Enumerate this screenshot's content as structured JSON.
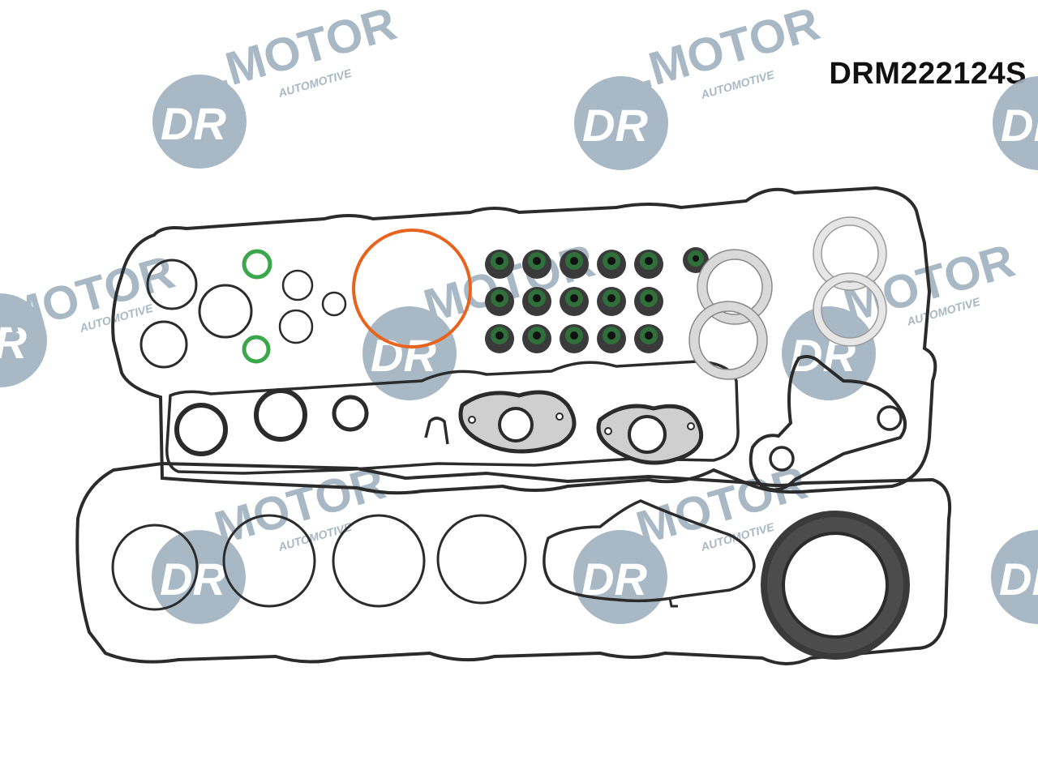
{
  "product": {
    "code": "DRM222124S"
  },
  "watermark": {
    "brand": "DR.MOTOR",
    "tagline": "AUTOMOTIVE",
    "circle_color": "#9fb2bf",
    "text_color": "#9fb2bf"
  },
  "colors": {
    "background": "#ffffff",
    "gasket_black": "#2b2b2b",
    "orange_ring": "#e8641e",
    "green_ring": "#3aa84a",
    "seal_green": "#2f6f3a",
    "metal_ring": "#d9d9d9"
  },
  "valve_stem_seals": {
    "rows": 3,
    "columns": 5,
    "count": 15
  }
}
